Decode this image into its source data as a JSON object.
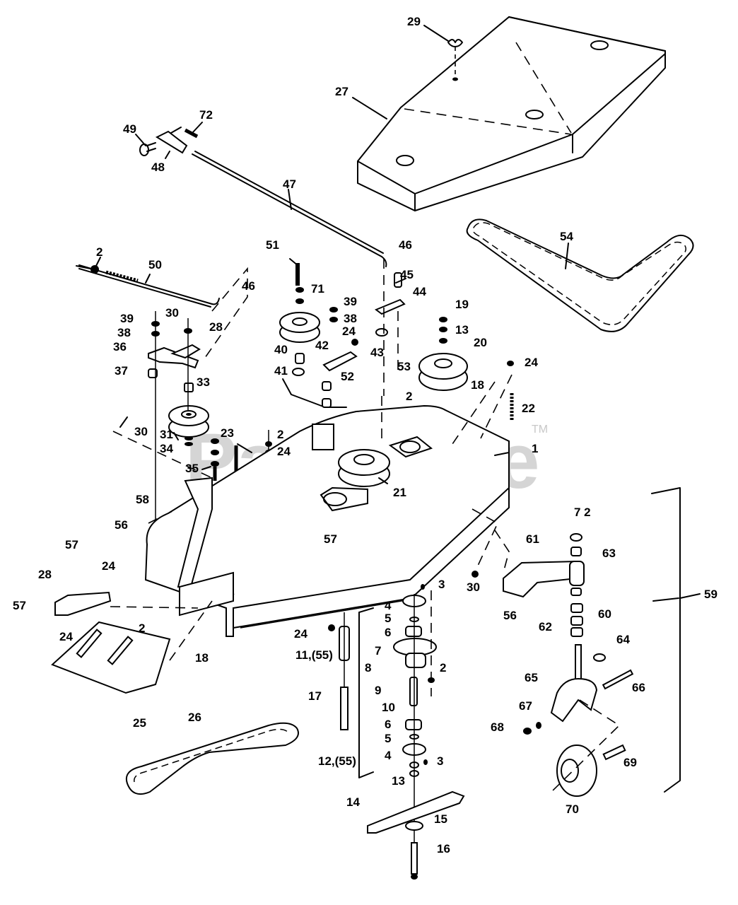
{
  "diagram": {
    "title": "Mower Deck Assembly Exploded Parts Diagram",
    "watermark": "PartsTree",
    "watermark_tm": "TM",
    "colors": {
      "line": "#000000",
      "background": "#ffffff",
      "watermark": "#c8c8c8"
    },
    "callouts": [
      {
        "id": "c29",
        "text": "29"
      },
      {
        "id": "c27",
        "text": "27"
      },
      {
        "id": "c72a",
        "text": "72"
      },
      {
        "id": "c49",
        "text": "49"
      },
      {
        "id": "c48",
        "text": "48"
      },
      {
        "id": "c47",
        "text": "47"
      },
      {
        "id": "c54",
        "text": "54"
      },
      {
        "id": "c2a",
        "text": "2"
      },
      {
        "id": "c50",
        "text": "50"
      },
      {
        "id": "c46a",
        "text": "46"
      },
      {
        "id": "c51",
        "text": "51"
      },
      {
        "id": "c46b",
        "text": "46"
      },
      {
        "id": "c45",
        "text": "45"
      },
      {
        "id": "c71",
        "text": "71"
      },
      {
        "id": "c39a",
        "text": "39"
      },
      {
        "id": "c38a",
        "text": "38"
      },
      {
        "id": "c44",
        "text": "44"
      },
      {
        "id": "c39b",
        "text": "39"
      },
      {
        "id": "c30a",
        "text": "30"
      },
      {
        "id": "c28a",
        "text": "28"
      },
      {
        "id": "c38b",
        "text": "38"
      },
      {
        "id": "c36",
        "text": "36"
      },
      {
        "id": "c24a",
        "text": "24"
      },
      {
        "id": "c19",
        "text": "19"
      },
      {
        "id": "c13a",
        "text": "13"
      },
      {
        "id": "c40",
        "text": "40"
      },
      {
        "id": "c42",
        "text": "42"
      },
      {
        "id": "c43",
        "text": "43"
      },
      {
        "id": "c20",
        "text": "20"
      },
      {
        "id": "c37",
        "text": "37"
      },
      {
        "id": "c41",
        "text": "41"
      },
      {
        "id": "c53",
        "text": "53"
      },
      {
        "id": "c24b",
        "text": "24"
      },
      {
        "id": "c33",
        "text": "33"
      },
      {
        "id": "c52",
        "text": "52"
      },
      {
        "id": "c2b",
        "text": "2"
      },
      {
        "id": "c18a",
        "text": "18"
      },
      {
        "id": "c22",
        "text": "22"
      },
      {
        "id": "c30b",
        "text": "30"
      },
      {
        "id": "c23",
        "text": "23"
      },
      {
        "id": "c2c",
        "text": "2"
      },
      {
        "id": "c31",
        "text": "31"
      },
      {
        "id": "c34",
        "text": "34"
      },
      {
        "id": "c24c",
        "text": "24"
      },
      {
        "id": "c1",
        "text": "1"
      },
      {
        "id": "c35",
        "text": "35"
      },
      {
        "id": "c21",
        "text": "21"
      },
      {
        "id": "c58",
        "text": "58"
      },
      {
        "id": "c56a",
        "text": "56"
      },
      {
        "id": "c72b",
        "text": "7 2"
      },
      {
        "id": "c61",
        "text": "61"
      },
      {
        "id": "c63",
        "text": "63"
      },
      {
        "id": "c57a",
        "text": "57"
      },
      {
        "id": "c57b",
        "text": "57"
      },
      {
        "id": "c24d",
        "text": "24"
      },
      {
        "id": "c28b",
        "text": "28"
      },
      {
        "id": "c30c",
        "text": "30"
      },
      {
        "id": "c3a",
        "text": "3"
      },
      {
        "id": "c59",
        "text": "59"
      },
      {
        "id": "c57c",
        "text": "57"
      },
      {
        "id": "c4a",
        "text": "4"
      },
      {
        "id": "c56b",
        "text": "56"
      },
      {
        "id": "c60",
        "text": "60"
      },
      {
        "id": "c5a",
        "text": "5"
      },
      {
        "id": "c62",
        "text": "62"
      },
      {
        "id": "c24e",
        "text": "24"
      },
      {
        "id": "c6a",
        "text": "6"
      },
      {
        "id": "c24f",
        "text": "24"
      },
      {
        "id": "c2d",
        "text": "2"
      },
      {
        "id": "c64",
        "text": "64"
      },
      {
        "id": "c7",
        "text": "7"
      },
      {
        "id": "c11",
        "text": "11,(55)"
      },
      {
        "id": "c18b",
        "text": "18"
      },
      {
        "id": "c8",
        "text": "8"
      },
      {
        "id": "c2e",
        "text": "2"
      },
      {
        "id": "c65",
        "text": "65"
      },
      {
        "id": "c66",
        "text": "66"
      },
      {
        "id": "c9",
        "text": "9"
      },
      {
        "id": "c17",
        "text": "17"
      },
      {
        "id": "c10",
        "text": "10"
      },
      {
        "id": "c25",
        "text": "25"
      },
      {
        "id": "c26",
        "text": "26"
      },
      {
        "id": "c67",
        "text": "67"
      },
      {
        "id": "c6b",
        "text": "6"
      },
      {
        "id": "c68",
        "text": "68"
      },
      {
        "id": "c5b",
        "text": "5"
      },
      {
        "id": "c69",
        "text": "69"
      },
      {
        "id": "c12",
        "text": "12,(55)"
      },
      {
        "id": "c4b",
        "text": "4"
      },
      {
        "id": "c3b",
        "text": "3"
      },
      {
        "id": "c13b",
        "text": "13"
      },
      {
        "id": "c70",
        "text": "70"
      },
      {
        "id": "c14",
        "text": "14"
      },
      {
        "id": "c15",
        "text": "15"
      },
      {
        "id": "c16",
        "text": "16"
      }
    ]
  }
}
